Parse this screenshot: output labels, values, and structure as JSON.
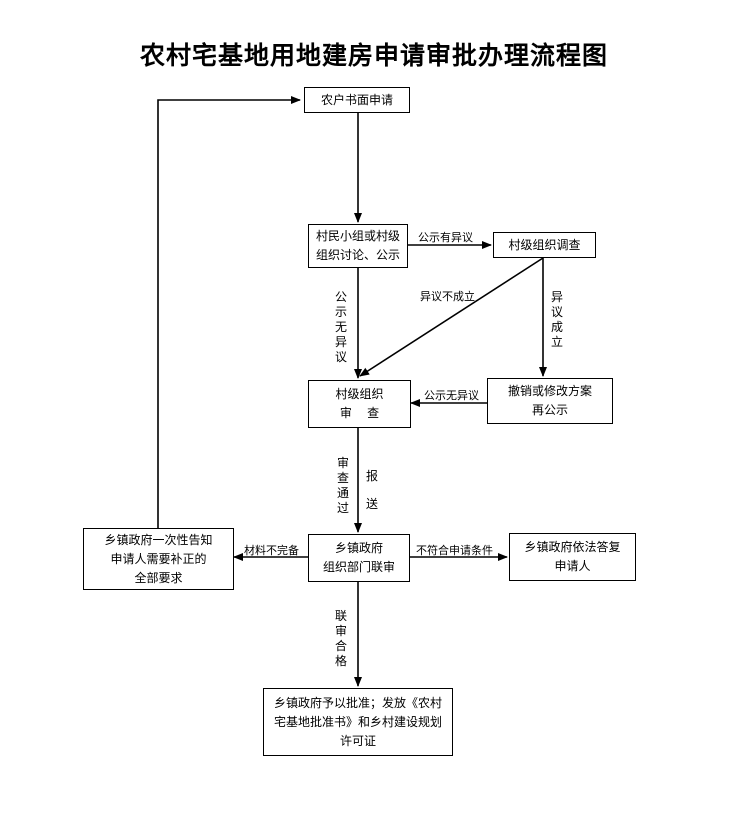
{
  "title": "农村宅基地用地建房申请审批办理流程图",
  "nodes": {
    "apply": [
      "农户书面申请"
    ],
    "discuss": [
      "村民小组或村级",
      "组织讨论、公示"
    ],
    "investigate": [
      "村级组织调查"
    ],
    "review": [
      "村级组织",
      "审    查"
    ],
    "revise": [
      "撤销或修改方案",
      "再公示"
    ],
    "joint": [
      "乡镇政府",
      "组织部门联审"
    ],
    "inform": [
      "乡镇政府一次性告知",
      "申请人需要补正的",
      "全部要求"
    ],
    "reply": [
      "乡镇政府依法答复",
      "申请人"
    ],
    "approve": [
      "乡镇政府予以批准；发放《农村",
      "宅基地批准书》和乡村建设规划",
      "许可证"
    ]
  },
  "edge_labels": {
    "objection": "公示有异议",
    "no_objection_v": "公示无异议",
    "objection_invalid": "异议不成立",
    "objection_valid": "异议成立",
    "no_objection_h": "公示无异议",
    "review_pass": "审查通过",
    "report": "报送",
    "incomplete": "材料不完备",
    "not_eligible": "不符合申请条件",
    "joint_pass": "联审合格"
  }
}
